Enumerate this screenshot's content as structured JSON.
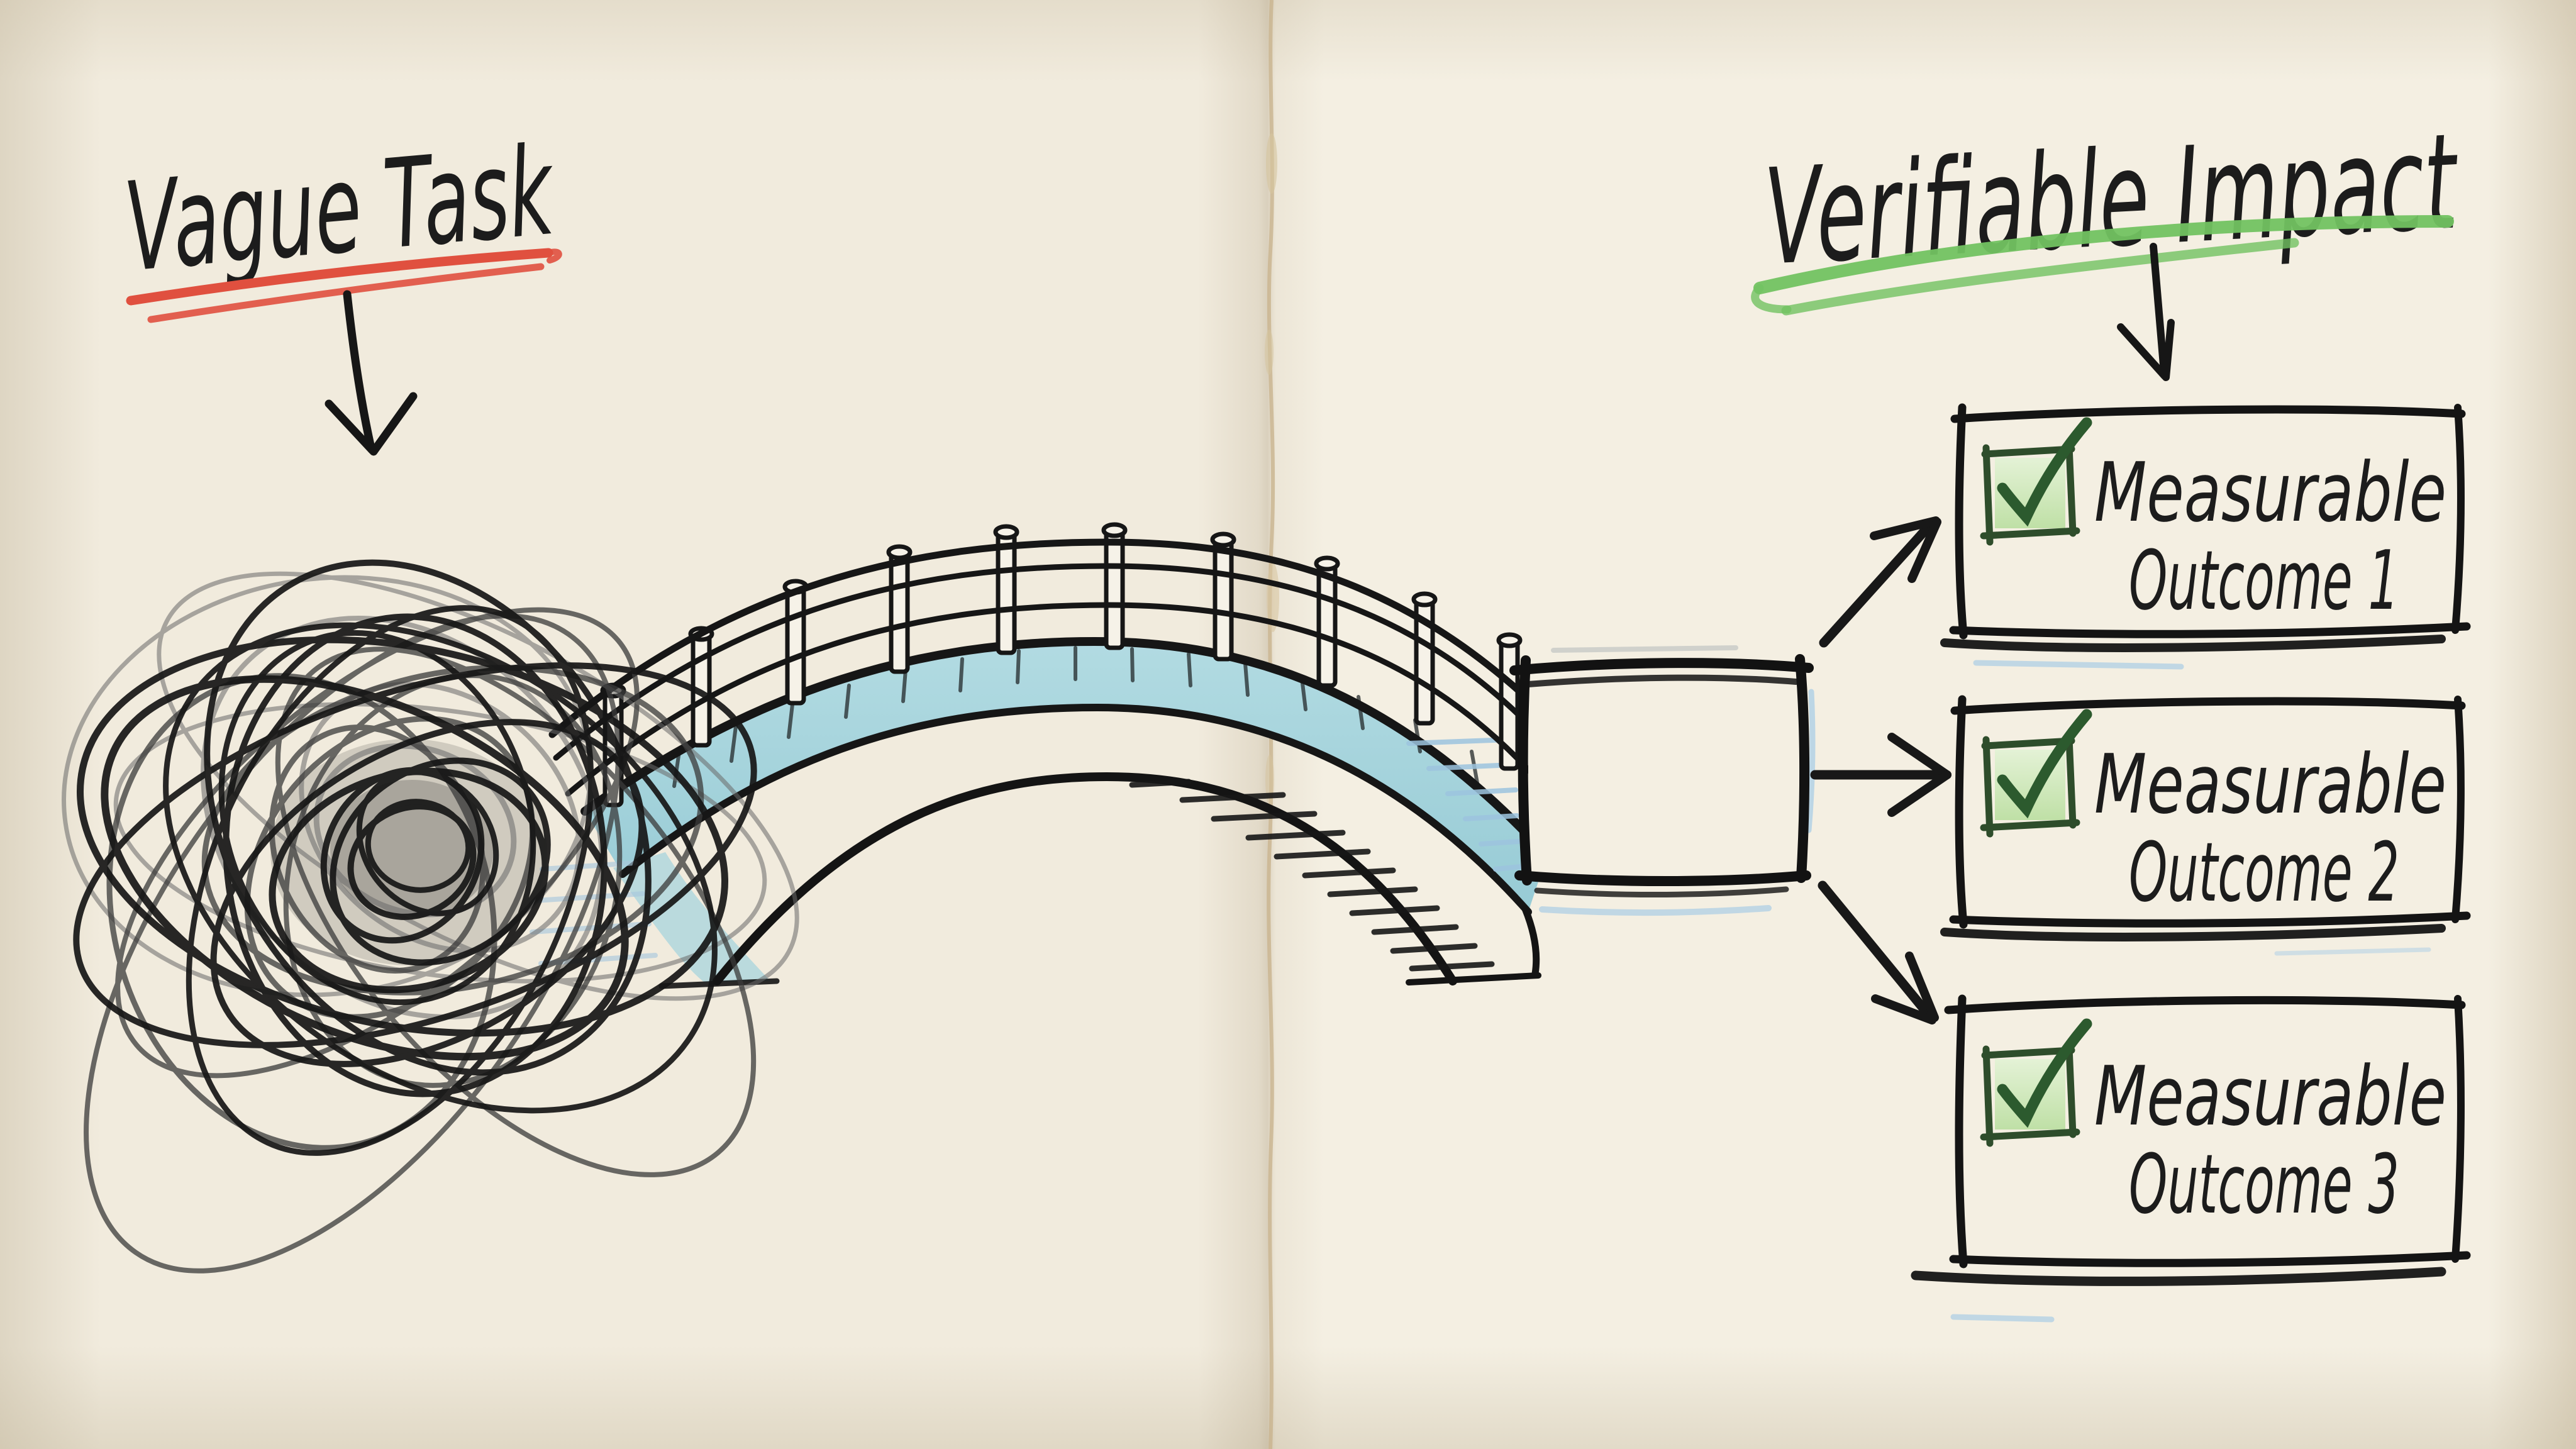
{
  "page": {
    "background_color": "#f3eee1",
    "style": "hand-drawn sketch on folded notebook paper",
    "fold": "vertical page crease between left and right halves"
  },
  "left": {
    "title": "Vague Task",
    "underline_color": "#e0503f",
    "figure": "tangled-scribble-ball",
    "arrow": "down-arrow from title to scribble"
  },
  "bridge": {
    "deck_color": "#a7d4dc",
    "description": "arched footbridge with railing posts spanning from scribble to empty node"
  },
  "center_node": {
    "label": "",
    "shape": "empty square",
    "shadow_color": "#a9cde6"
  },
  "right": {
    "title": "Verifiable Impact",
    "underline_color": "#72c261",
    "arrow": "down-arrow from title to first card",
    "connector_arrows": 3,
    "outcomes": [
      {
        "icon": "checkbox-checked-icon",
        "line1": "Measurable",
        "line2": "Outcome 1"
      },
      {
        "icon": "checkbox-checked-icon",
        "line1": "Measurable",
        "line2": "Outcome 2"
      },
      {
        "icon": "checkbox-checked-icon",
        "line1": "Measurable",
        "line2": "Outcome 3"
      }
    ],
    "checkbox_fill": "#cde8bb",
    "checkbox_check_color": "#2c5a2e"
  },
  "colors": {
    "ink": "#1c1c1c",
    "paper": "#f3eee1",
    "crease": "#c9b48f",
    "shadow_blue": "#a9cde6"
  }
}
